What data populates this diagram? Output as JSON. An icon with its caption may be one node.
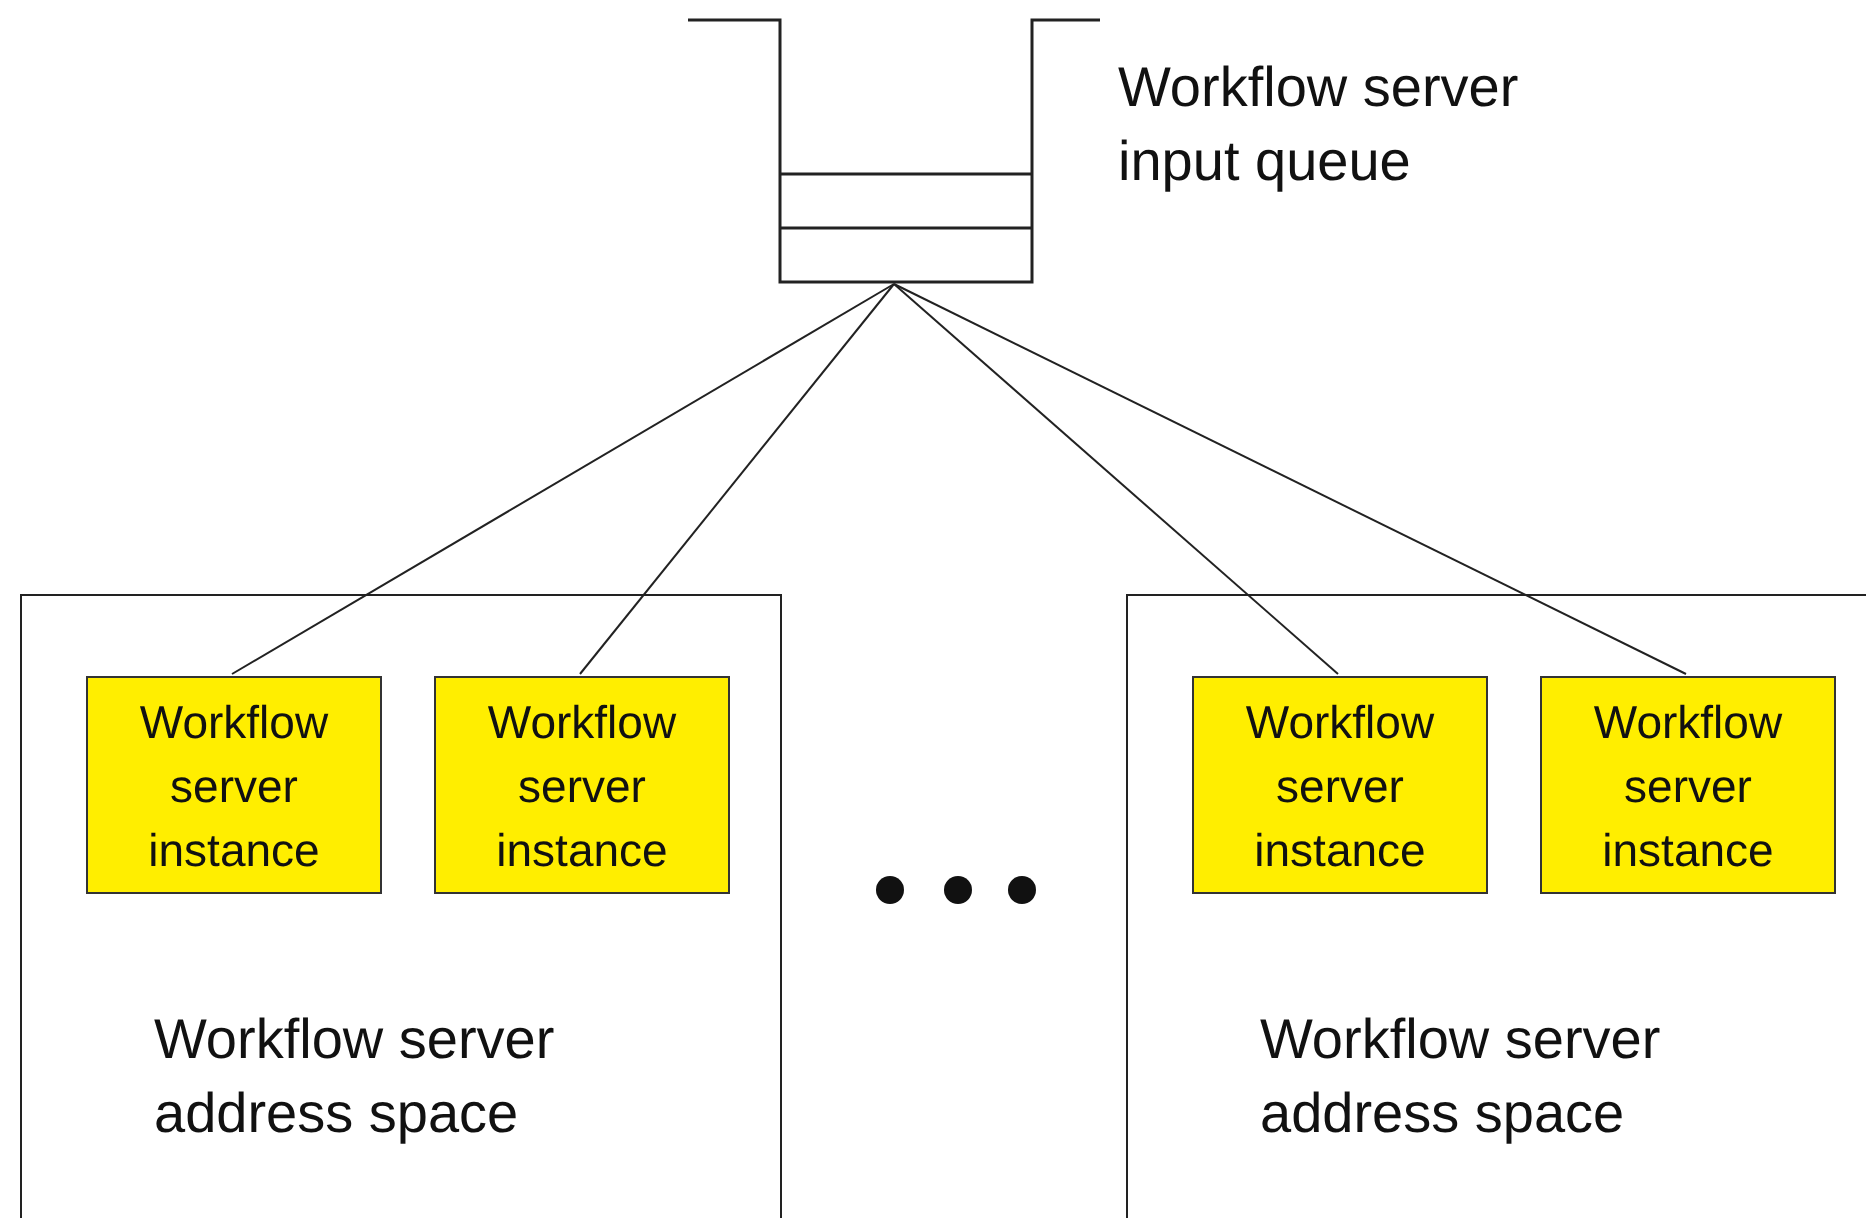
{
  "diagram": {
    "nodes": [
      {
        "text": [],
        "shape": "box",
        "beside": [
          "Workflow server input queue"
        ]
      },
      {
        "text": [
          "Workflow server address space"
        ]
      },
      {
        "text": [
          "Workflow server instance"
        ],
        "in": 1
      },
      {
        "text": [
          "Workflow server instance"
        ],
        "in": 1
      },
      {
        "text": [
          "Workflow server address space"
        ]
      },
      {
        "text": [
          "Workflow server instance"
        ],
        "in": 4
      },
      {
        "text": [
          "Workflow server instance"
        ],
        "in": 4
      }
    ],
    "edges": [
      {
        "from": 0,
        "to": 2,
        "arrow": "none"
      },
      {
        "from": 0,
        "to": 3,
        "arrow": "none"
      },
      {
        "from": 0,
        "to": 5,
        "arrow": "none"
      },
      {
        "from": 0,
        "to": 6,
        "arrow": "none"
      }
    ]
  }
}
